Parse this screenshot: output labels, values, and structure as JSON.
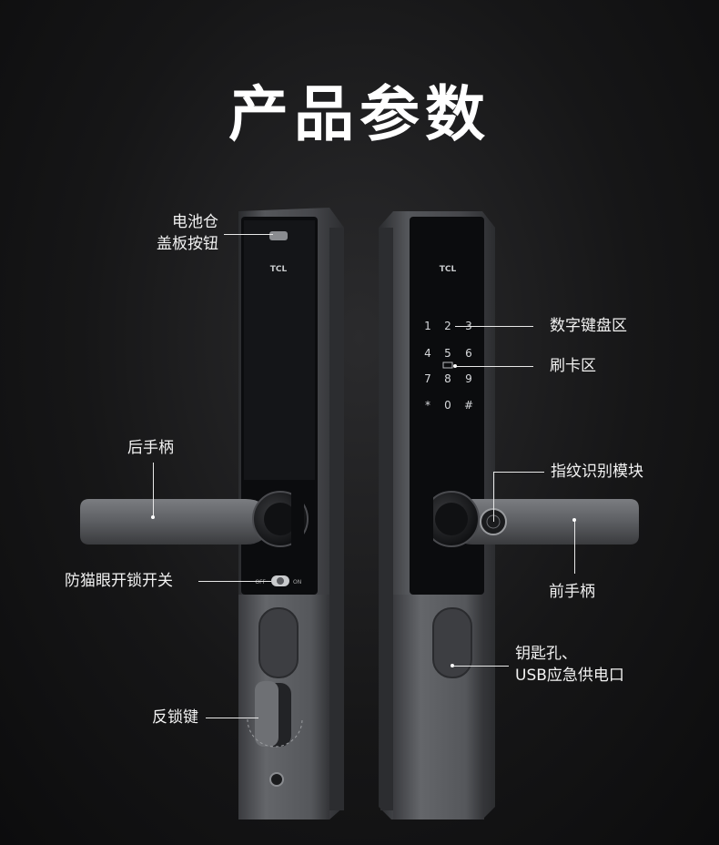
{
  "title": "产品参数",
  "brand": "TCL",
  "keypad": [
    "1",
    "2",
    "3",
    "4",
    "5",
    "6",
    "7",
    "8",
    "9",
    "*",
    "0",
    "#"
  ],
  "switch_left": "OFF",
  "switch_right": "ON",
  "labels": {
    "battery_line1": "电池仓",
    "battery_line2": "盖板按钮",
    "rear_handle": "后手柄",
    "anti_cat_eye": "防猫眼开锁开关",
    "anti_lock_key": "反锁键",
    "keypad_area": "数字键盘区",
    "card_area": "刷卡区",
    "fingerprint": "指纹识别模块",
    "front_handle": "前手柄",
    "keyhole_line1": "钥匙孔、",
    "keyhole_line2": "USB应急供电口"
  },
  "colors": {
    "background": "#161617",
    "lock_body": "#4a4b4f",
    "glass_panel": "#0b0c0e",
    "handle": "#6a6c70"
  }
}
